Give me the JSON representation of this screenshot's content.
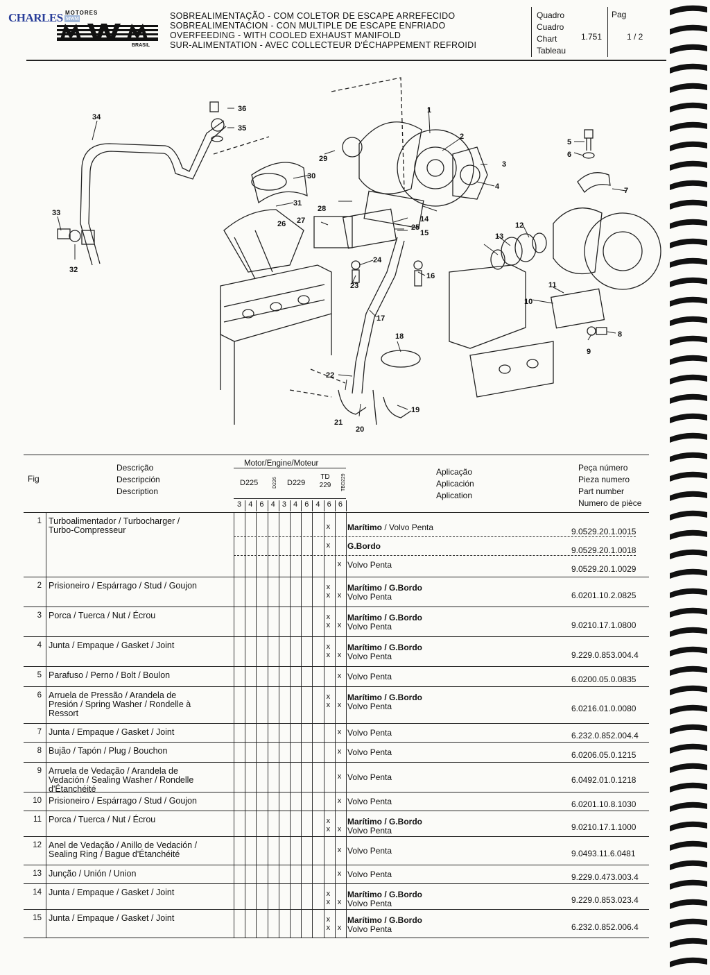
{
  "header": {
    "brand_overlay": "CHARLES",
    "brand_overlay_badge": "MWM",
    "maker_top": "MOTORES",
    "maker_logo": "MWM",
    "maker_country": "BRASIL",
    "title_pt": "SOBREALIMENTAÇÃO - COM COLETOR DE ESCAPE ARREFECIDO",
    "title_es": "SOBREALIMENTACION - CON MULTIPLE DE ESCAPE ENFRIADO",
    "title_en": "OVERFEEDING - WITH COOLED EXHAUST MANIFOLD",
    "title_fr": "SUR-ALIMENTATION - AVEC COLLECTEUR D'ÉCHAPPEMENT REFROIDI",
    "chart_labels": [
      "Quadro",
      "Cuadro",
      "Chart",
      "Tableau"
    ],
    "chart_number": "1.751",
    "page_label": "Pag",
    "page_number": "1 / 2"
  },
  "diagram": {
    "callouts": [
      "1",
      "2",
      "3",
      "4",
      "5",
      "6",
      "7",
      "8",
      "9",
      "10",
      "11",
      "12",
      "13",
      "14",
      "15",
      "16",
      "17",
      "18",
      "19",
      "20",
      "21",
      "22",
      "23",
      "24",
      "25",
      "26",
      "27",
      "28",
      "29",
      "30",
      "31",
      "32",
      "33",
      "34",
      "35",
      "36"
    ]
  },
  "table": {
    "header": {
      "fig": "Fig",
      "description": [
        "Descrição",
        "Descripción",
        "Description"
      ],
      "engine_group": "Motor/Engine/Moteur",
      "engines": [
        "D225",
        "D226",
        "D229",
        "TD 229",
        "TBD229"
      ],
      "cylinders": [
        "3",
        "4",
        "6",
        "4",
        "3",
        "4",
        "6",
        "4",
        "6",
        "6"
      ],
      "application": [
        "Aplicação",
        "Aplicación",
        "Aplication"
      ],
      "part": [
        "Peça número",
        "Pieza numero",
        "Part number",
        "Numero de pièce"
      ]
    },
    "rows": [
      {
        "fig": "1",
        "desc": [
          "Turboalimentador / Turbocharger /",
          "Turbo-Compresseur"
        ],
        "lines": [
          {
            "x": [
              "",
              "x"
            ],
            "app": "Marítimo",
            "app2": " / Volvo Penta",
            "part": "9.0529.20.1.0015"
          },
          {
            "x": [
              "",
              "x"
            ],
            "app": "G.Bordo",
            "app2": "",
            "part": "9.0529.20.1.0018"
          },
          {
            "x": [
              "",
              "",
              "x"
            ],
            "app": "",
            "app2": "Volvo Penta",
            "part": "9.0529.20.1.0029"
          }
        ]
      },
      {
        "fig": "2",
        "desc": [
          "Prisioneiro / Espárrago / Stud / Goujon"
        ],
        "app_a": "Marítimo / G.Bordo",
        "app_b": "Volvo Penta",
        "part": "6.0201.10.2.0825"
      },
      {
        "fig": "3",
        "desc": [
          "Porca / Tuerca / Nut / Écrou"
        ],
        "app_a": "Marítimo / G.Bordo",
        "app_b": "Volvo Penta",
        "part": "9.0210.17.1.0800"
      },
      {
        "fig": "4",
        "desc": [
          "Junta / Empaque / Gasket / Joint"
        ],
        "app_a": "Marítimo / G.Bordo",
        "app_b": "Volvo Penta",
        "part": "9.229.0.853.004.4"
      },
      {
        "fig": "5",
        "desc": [
          "Parafuso / Perno / Bolt / Boulon"
        ],
        "app_b": "Volvo Penta",
        "part": "6.0200.05.0.0835"
      },
      {
        "fig": "6",
        "desc": [
          "Arruela de Pressão / Arandela de",
          "Presión / Spring Washer / Rondelle à",
          "Ressort"
        ],
        "app_a": "Marítimo / G.Bordo",
        "app_b": "Volvo Penta",
        "part": "6.0216.01.0.0080"
      },
      {
        "fig": "7",
        "desc": [
          "Junta / Empaque / Gasket / Joint"
        ],
        "app_b": "Volvo Penta",
        "part": "6.232.0.852.004.4"
      },
      {
        "fig": "8",
        "desc": [
          "Bujão / Tapón / Plug / Bouchon"
        ],
        "app_b": "Volvo Penta",
        "part": "6.0206.05.0.1215"
      },
      {
        "fig": "9",
        "desc": [
          "Arruela de Vedação / Arandela de",
          "Vedación / Sealing Washer / Rondelle",
          "d'Étanchéité"
        ],
        "app_b": "Volvo Penta",
        "part": "6.0492.01.0.1218"
      },
      {
        "fig": "10",
        "desc": [
          "Prisioneiro / Espárrago / Stud / Goujon"
        ],
        "app_b": "Volvo Penta",
        "part": "6.0201.10.8.1030"
      },
      {
        "fig": "11",
        "desc": [
          "Porca / Tuerca / Nut / Écrou"
        ],
        "app_a": "Marítimo / G.Bordo",
        "app_b": "Volvo Penta",
        "part": "9.0210.17.1.1000"
      },
      {
        "fig": "12",
        "desc": [
          "Anel de Vedação / Anillo de Vedación /",
          "Sealing Ring / Bague d'Étanchéité"
        ],
        "app_b": "Volvo Penta",
        "part": "9.0493.11.6.0481"
      },
      {
        "fig": "13",
        "desc": [
          "Junção / Unión / Union"
        ],
        "app_b": "Volvo Penta",
        "part": "9.229.0.473.003.4"
      },
      {
        "fig": "14",
        "desc": [
          "Junta / Empaque / Gasket / Joint"
        ],
        "app_a": "Marítimo / G.Bordo",
        "app_b": "Volvo Penta",
        "part": "9.229.0.853.023.4"
      },
      {
        "fig": "15",
        "desc": [
          "Junta / Empaque / Gasket / Joint"
        ],
        "app_a": "Marítimo / G.Bordo",
        "app_b": "Volvo Penta",
        "part": "6.232.0.852.006.4"
      }
    ]
  }
}
